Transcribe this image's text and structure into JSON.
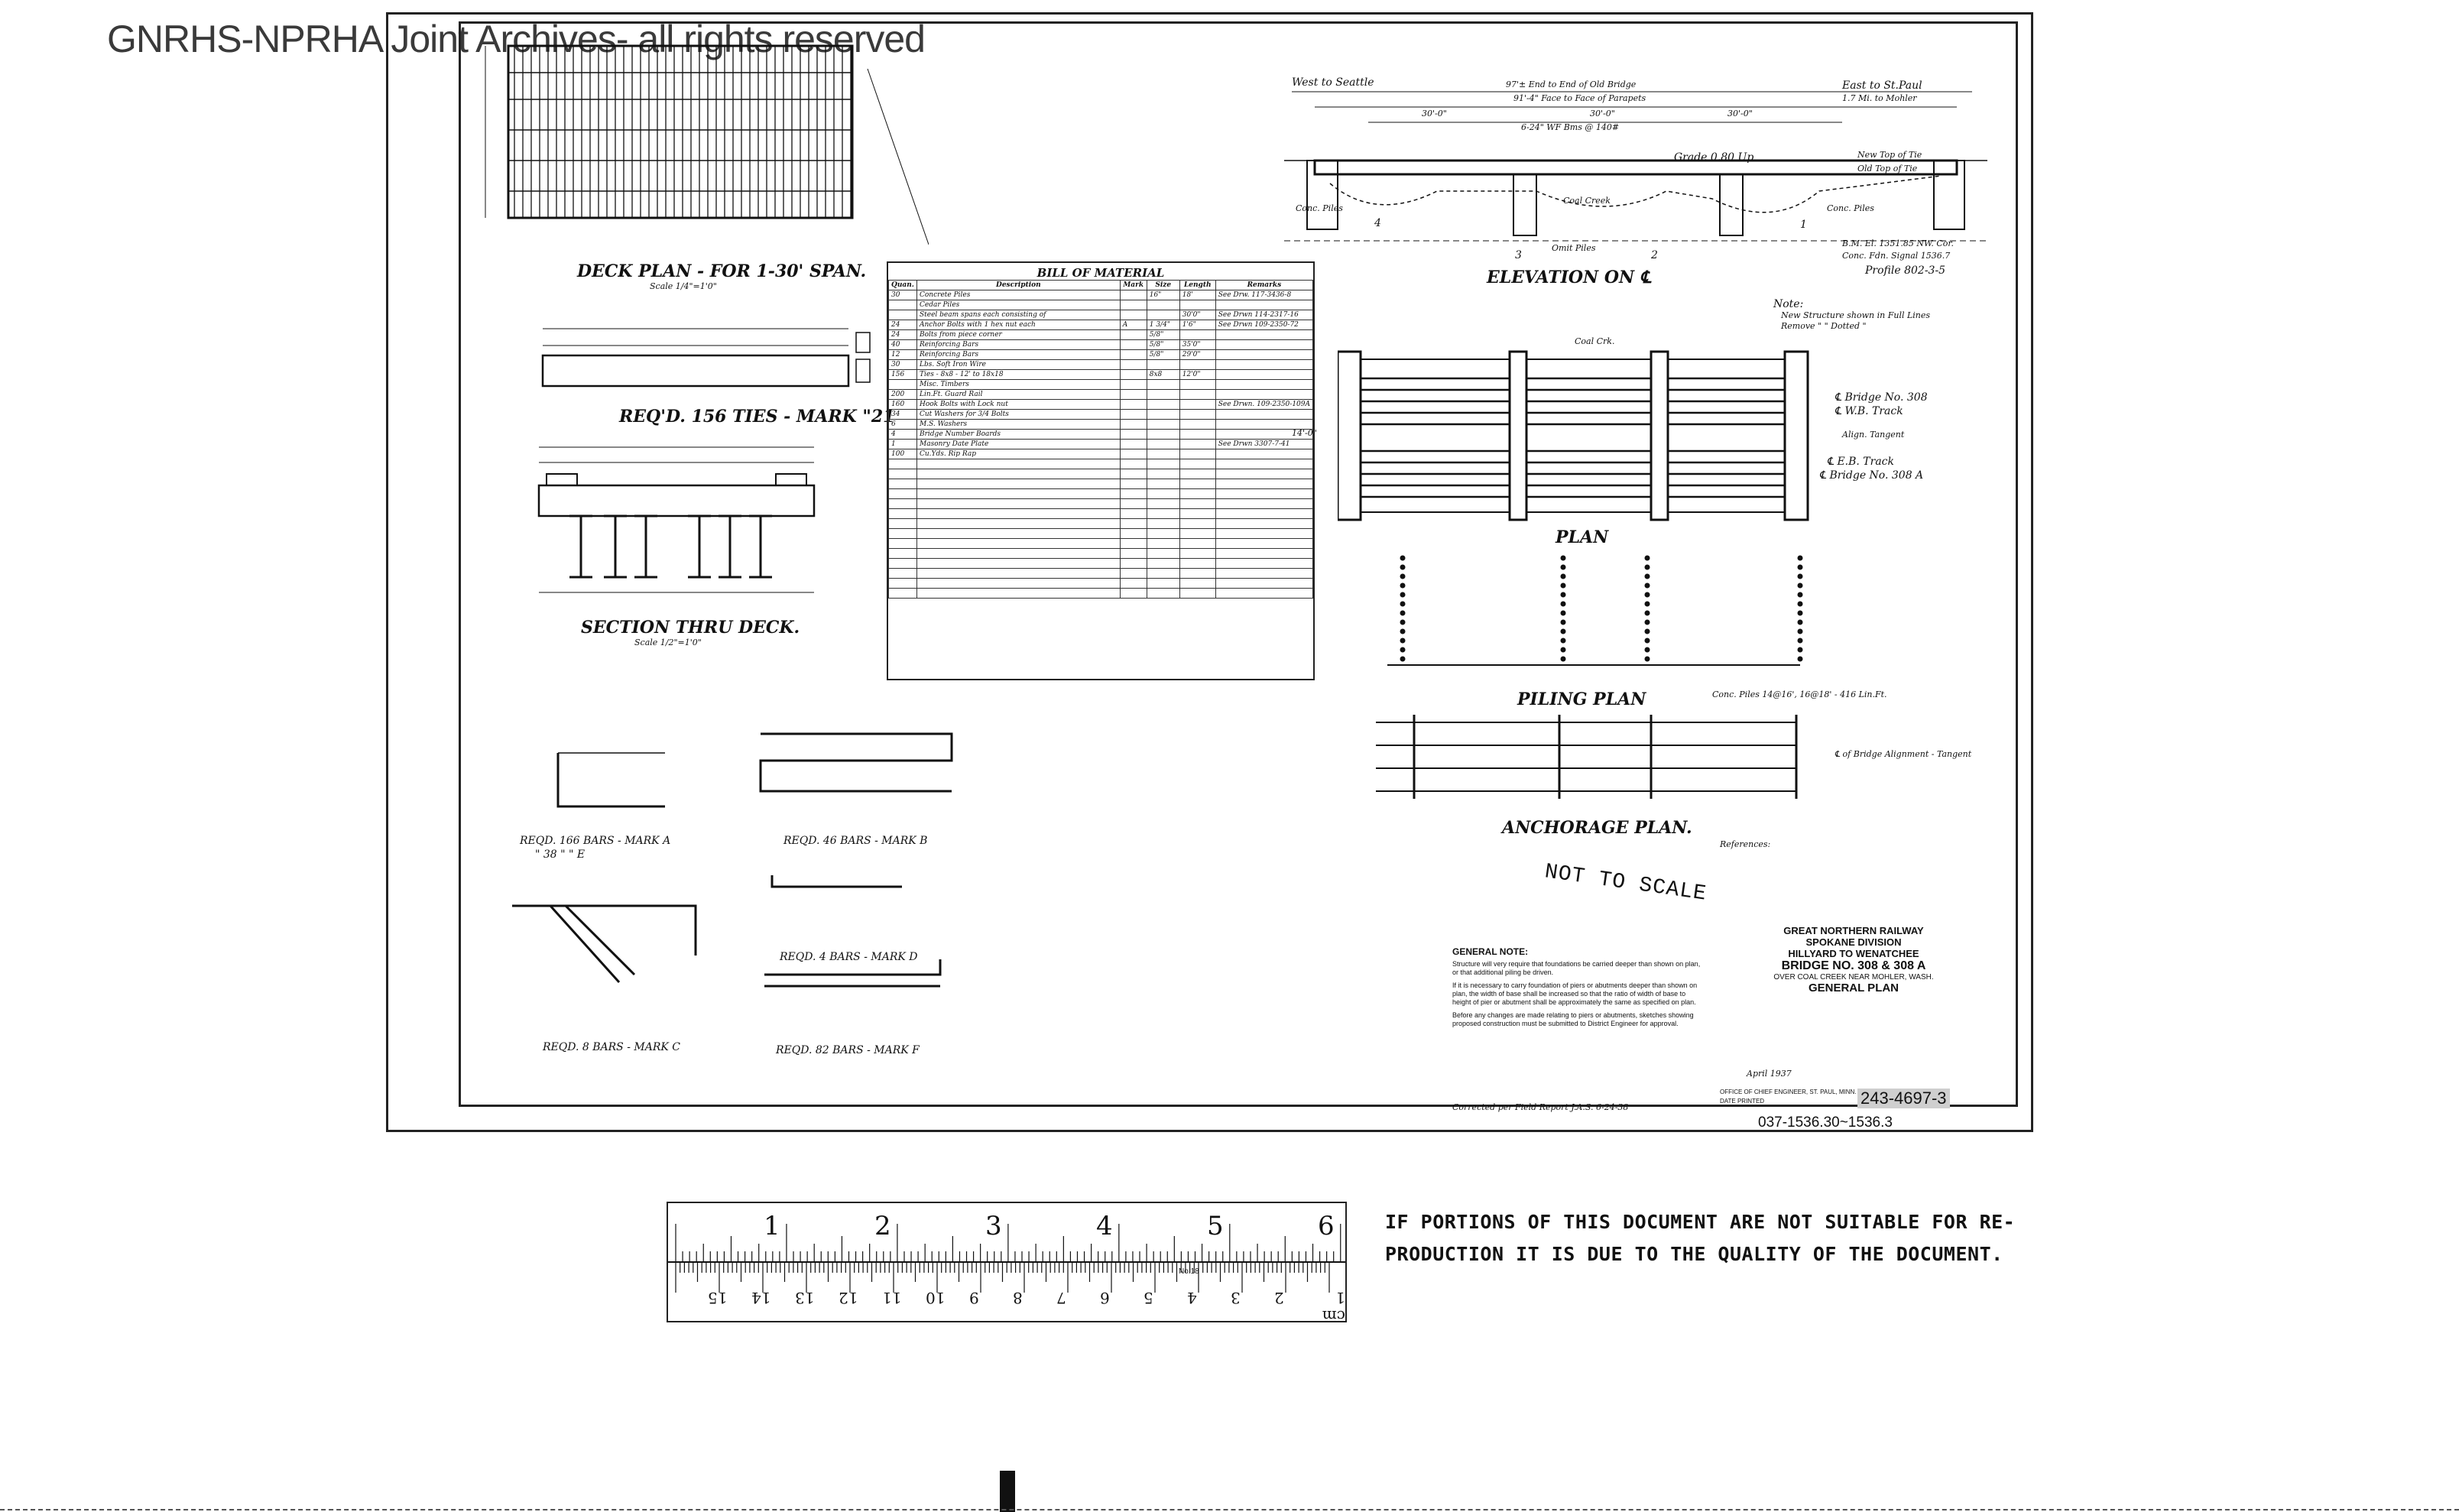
{
  "watermark": "GNRHS-NPRHA Joint Archives- all rights reserved",
  "deck_plan": {
    "title": "DECK PLAN - FOR 1-30' SPAN.",
    "scale": "Scale 1/4\"=1'0\""
  },
  "ties": {
    "title": "REQ'D. 156 TIES - MARK \"21"
  },
  "section": {
    "title": "SECTION THRU DECK.",
    "scale": "Scale 1/2\"=1'0\""
  },
  "bom": {
    "title": "BILL OF MATERIAL",
    "headers": [
      "Quan.",
      "Description",
      "Mark",
      "Size",
      "Length",
      "Remarks"
    ],
    "rows": [
      [
        "30",
        "Concrete Piles",
        "",
        "16\"",
        "18'",
        "See Drw. 117-3436-8"
      ],
      [
        "",
        "Cedar Piles",
        "",
        "",
        "",
        ""
      ],
      [
        "",
        "Steel beam spans each consisting of",
        "",
        "",
        "30'0\"",
        "See Drwn 114-2317-16"
      ],
      [
        "24",
        "Anchor Bolts with 1 hex nut each",
        "A",
        "1 3/4\"",
        "1'6\"",
        "See Drwn 109-2350-72"
      ],
      [
        "24",
        "Bolts from piece corner",
        "",
        "5/8\"",
        "",
        ""
      ],
      [
        "40",
        "Reinforcing Bars",
        "",
        "5/8\"",
        "35'0\"",
        ""
      ],
      [
        "12",
        "Reinforcing Bars",
        "",
        "5/8\"",
        "29'0\"",
        ""
      ],
      [
        "30",
        "Lbs. Soft Iron Wire",
        "",
        "",
        "",
        ""
      ],
      [
        "156",
        "Ties - 8x8 - 12' to 18x18",
        "",
        "8x8",
        "12'0\"",
        ""
      ],
      [
        "",
        "Misc. Timbers",
        "",
        "",
        "",
        ""
      ],
      [
        "200",
        "Lin.Ft. Guard Rail",
        "",
        "",
        "",
        ""
      ],
      [
        "160",
        "Hook Bolts with Lock nut",
        "",
        "",
        "",
        "See Drwn. 109-2350-109A"
      ],
      [
        "34",
        "Cut Washers for 3/4 Bolts",
        "",
        "",
        "",
        ""
      ],
      [
        "6",
        "M.S. Washers",
        "",
        "",
        "",
        ""
      ],
      [
        "4",
        "Bridge Number Boards",
        "",
        "",
        "",
        ""
      ],
      [
        "1",
        "Masonry Date Plate",
        "",
        "",
        "",
        "See Drwn 3307-7-41"
      ],
      [
        "100",
        "Cu.Yds. Rip Rap",
        "",
        "",
        "",
        ""
      ]
    ]
  },
  "elevation": {
    "title": "ELEVATION ON ℄",
    "west_label": "West to Seattle",
    "east_label": "East to St.Paul",
    "east_sub": "1.7 Mi. to Mohler",
    "overall_dim": "97'± End to End of Old Bridge",
    "parapet_dim": "91'-4\" Face to Face of Parapets",
    "span_1": "30'-0\"",
    "span_2": "30'-0\"",
    "span_3": "30'-0\"",
    "beams": "6-24\" WF Bms @ 140#",
    "grade": "Grade 0.80 Up",
    "new_top_tie": "New Top of Tie",
    "old_top_tie": "Old Top of Tie",
    "creek": "Coal Creek",
    "conc_piles_left": "Conc. Piles",
    "conc_piles_right": "Conc. Piles",
    "omit_piles": "Omit Piles",
    "bm": "B.M. El. 1351.85 NW. Cor.",
    "bm2": "Conc. Fdn. Signal 1536.7",
    "profile": "Profile 802-3-5",
    "bents": [
      "4",
      "3",
      "2",
      "1"
    ]
  },
  "note": {
    "label": "Note:",
    "line1": "New Structure shown in Full Lines",
    "line2": "Remove  \"   \"   Dotted  \""
  },
  "plan": {
    "title": "PLAN",
    "bridge_308": "℄ Bridge No. 308",
    "wb_track": "℄ W.B. Track",
    "align": "Align. Tangent",
    "eb_track": "℄ E.B. Track",
    "bridge_308a": "℄ Bridge No. 308 A",
    "width": "14'-0\"",
    "coal_creek": "Coal Crk."
  },
  "piling": {
    "title": "PILING PLAN",
    "piles": "Conc. Piles 14@16', 16@18' - 416 Lin.Ft."
  },
  "anchorage": {
    "title": "ANCHORAGE PLAN.",
    "alignment": "℄ of Bridge Alignment - Tangent"
  },
  "bars": {
    "mark_a": "REQD. 166 BARS - MARK A",
    "mark_a2": "\"   38   \"   \"   E",
    "mark_b": "REQD. 46 BARS - MARK B",
    "mark_c": "REQD. 8 BARS - MARK C",
    "mark_d": "REQD. 4 BARS - MARK D",
    "mark_f": "REQD. 82 BARS - MARK F"
  },
  "stamp": "NOT TO SCALE",
  "general_note": {
    "label": "GENERAL NOTE:",
    "p1": "Structure will very require that foundations be carried deeper than shown on plan, or that additional piling be driven.",
    "p2": "If it is necessary to carry foundation of piers or abutments deeper than shown on plan, the width of base shall be increased so that the ratio of width of base to height of pier or abutment shall be approximately the same as specified on plan.",
    "p3": "Before any changes are made relating to piers or abutments, sketches showing proposed construction must be submitted to District Engineer for approval."
  },
  "title_block": {
    "references": "References:",
    "company": "GREAT NORTHERN RAILWAY",
    "division": "SPOKANE DIVISION",
    "line": "HILLYARD TO WENATCHEE",
    "bridge": "BRIDGE NO. 308 & 308 A",
    "location": "OVER COAL CREEK NEAR MOHLER, WASH.",
    "type": "GENERAL PLAN",
    "date": "April 1937",
    "office": "OFFICE OF CHIEF ENGINEER, ST. PAUL, MINN.",
    "date_printed": "DATE PRINTED",
    "dwg_no": "243-4697-3",
    "corrected": "Corrected per Field Report   J.A.S. 6-24-38",
    "file_no": "037-1536.30~1536.3"
  },
  "notice": {
    "line1": "IF PORTIONS OF THIS DOCUMENT ARE NOT SUITABLE FOR RE-",
    "line2": "PRODUCTION IT IS DUE TO THE QUALITY OF THE DOCUMENT."
  },
  "ruler": {
    "inches": [
      "1",
      "2",
      "3",
      "4",
      "5",
      "6"
    ],
    "cm": [
      "cm 1",
      "2",
      "3",
      "4",
      "5",
      "6",
      "7",
      "8",
      "9",
      "10",
      "11",
      "12",
      "13",
      "14",
      "15"
    ],
    "model": "No.18"
  }
}
